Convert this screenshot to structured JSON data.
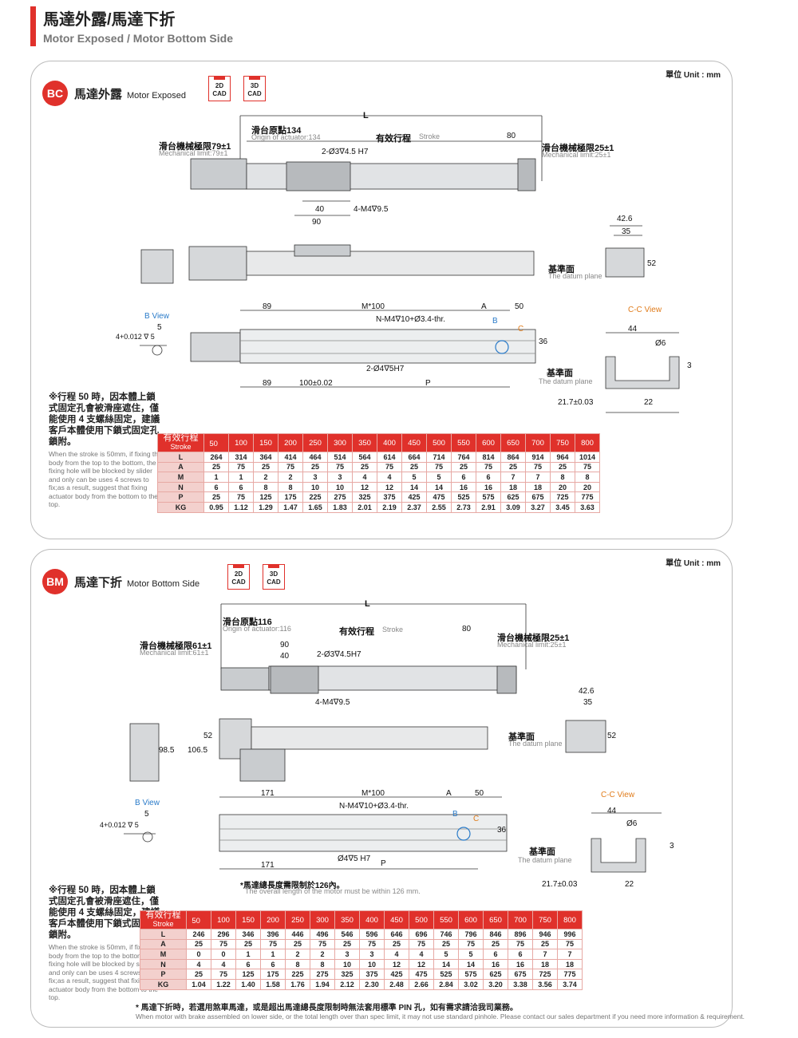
{
  "header": {
    "title_zh": "馬達外露/馬達下折",
    "title_en": "Motor Exposed / Motor Bottom Side"
  },
  "common": {
    "unit": "單位 Unit : mm",
    "cad2d": "2D",
    "cad3d": "3D",
    "cad": "CAD",
    "stroke_zh": "有效行程",
    "stroke_en": "Stroke",
    "star": "※",
    "datum_zh": "基準面",
    "datum_en": "The datum plane",
    "bview": "B View",
    "ccview": "C-C View",
    "mech_right_zh": "滑台機械極限25±1",
    "mech_right_en": "Mechanical limit:25±1",
    "tolerance": "4+0.012 ∇ 5",
    "note_zh": "※行程 50 時，因本體上鎖式固定孔會被滑座遮住，僅能使用 4 支螺絲固定，建議客戶本體使用下鎖式固定孔鎖附。",
    "note_en": "When the stroke is 50mm, if fixing the body from the top to the bottom, the fixing hole will be blocked by slider and only can be uses 4 screws to fix;as a result, suggest that fixing actuator body from the bottom to the top."
  },
  "bc": {
    "badge": "BC",
    "title_zh": "馬達外露",
    "title_en": "Motor Exposed",
    "origin_zh": "滑台原點134",
    "origin_en": "Origin of actuator:134",
    "mech_left_zh": "滑台機械極限79±1",
    "mech_left_en": "Mechanical limit:79±1",
    "dims": {
      "L": "L",
      "d80": "80",
      "hole1": "2-Ø3∇4.5 H7",
      "d40": "40",
      "d90": "90",
      "m4": "4-M4∇9.5",
      "d42_6": "42.6",
      "d35": "35",
      "d52": "52",
      "d89a": "89",
      "m100": "M*100",
      "A": "A",
      "d50": "50",
      "d5": "5",
      "nm4": "N-M4∇10+Ø3.4-thr.",
      "B": "B",
      "C": "C",
      "d44": "44",
      "d6": "Ø6",
      "d36": "36",
      "d3": "3",
      "hole2": "2-Ø4∇5H7",
      "d89b": "89",
      "d100": "100±0.02",
      "P": "P",
      "d21": "21.7±0.03",
      "d22": "22"
    },
    "table": {
      "strokes": [
        "50",
        "100",
        "150",
        "200",
        "250",
        "300",
        "350",
        "400",
        "450",
        "500",
        "550",
        "600",
        "650",
        "700",
        "750",
        "800"
      ],
      "rows": [
        {
          "k": "L",
          "v": [
            "264",
            "314",
            "364",
            "414",
            "464",
            "514",
            "564",
            "614",
            "664",
            "714",
            "764",
            "814",
            "864",
            "914",
            "964",
            "1014"
          ]
        },
        {
          "k": "A",
          "v": [
            "25",
            "75",
            "25",
            "75",
            "25",
            "75",
            "25",
            "75",
            "25",
            "75",
            "25",
            "75",
            "25",
            "75",
            "25",
            "75"
          ]
        },
        {
          "k": "M",
          "v": [
            "1",
            "1",
            "2",
            "2",
            "3",
            "3",
            "4",
            "4",
            "5",
            "5",
            "6",
            "6",
            "7",
            "7",
            "8",
            "8"
          ]
        },
        {
          "k": "N",
          "v": [
            "6",
            "6",
            "8",
            "8",
            "10",
            "10",
            "12",
            "12",
            "14",
            "14",
            "16",
            "16",
            "18",
            "18",
            "20",
            "20"
          ]
        },
        {
          "k": "P",
          "v": [
            "25",
            "75",
            "125",
            "175",
            "225",
            "275",
            "325",
            "375",
            "425",
            "475",
            "525",
            "575",
            "625",
            "675",
            "725",
            "775"
          ]
        },
        {
          "k": "KG",
          "v": [
            "0.95",
            "1.12",
            "1.29",
            "1.47",
            "1.65",
            "1.83",
            "2.01",
            "2.19",
            "2.37",
            "2.55",
            "2.73",
            "2.91",
            "3.09",
            "3.27",
            "3.45",
            "3.63"
          ]
        }
      ]
    }
  },
  "bm": {
    "badge": "BM",
    "title_zh": "馬達下折",
    "title_en": "Motor Bottom Side",
    "origin_zh": "滑台原點116",
    "origin_en": "Origin of actuator:116",
    "mech_left_zh": "滑台機械極限61±1",
    "mech_left_en": "Mechanical limit:61±1",
    "dims": {
      "L": "L",
      "d80": "80",
      "d90": "90",
      "d40": "40",
      "hole1": "2-Ø3∇4.5H7",
      "m4": "4-M4∇9.5",
      "d42_6": "42.6",
      "d35": "35",
      "d52": "52",
      "d98_5": "98.5",
      "d106_5": "106.5",
      "d52b": "52",
      "d171a": "171",
      "m100": "M*100",
      "A": "A",
      "d50": "50",
      "d5": "5",
      "nm4": "N-M4∇10+Ø3.4-thr.",
      "B": "B",
      "C": "C",
      "d44": "44",
      "d6": "Ø6",
      "d36": "36",
      "d3": "3",
      "hole2": "Ø4∇5 H7",
      "P": "P",
      "d171b": "171",
      "d21": "21.7±0.03",
      "d22": "22"
    },
    "motor_note_zh": "*馬達總長度需限制於126內。",
    "motor_note_en": "The overall length of the motor must be within 126 mm.",
    "table": {
      "strokes": [
        "50",
        "100",
        "150",
        "200",
        "250",
        "300",
        "350",
        "400",
        "450",
        "500",
        "550",
        "600",
        "650",
        "700",
        "750",
        "800"
      ],
      "rows": [
        {
          "k": "L",
          "v": [
            "246",
            "296",
            "346",
            "396",
            "446",
            "496",
            "546",
            "596",
            "646",
            "696",
            "746",
            "796",
            "846",
            "896",
            "946",
            "996"
          ]
        },
        {
          "k": "A",
          "v": [
            "25",
            "75",
            "25",
            "75",
            "25",
            "75",
            "25",
            "75",
            "25",
            "75",
            "25",
            "75",
            "25",
            "75",
            "25",
            "75"
          ]
        },
        {
          "k": "M",
          "v": [
            "0",
            "0",
            "1",
            "1",
            "2",
            "2",
            "3",
            "3",
            "4",
            "4",
            "5",
            "5",
            "6",
            "6",
            "7",
            "7"
          ]
        },
        {
          "k": "N",
          "v": [
            "4",
            "4",
            "6",
            "6",
            "8",
            "8",
            "10",
            "10",
            "12",
            "12",
            "14",
            "14",
            "16",
            "16",
            "18",
            "18"
          ]
        },
        {
          "k": "P",
          "v": [
            "25",
            "75",
            "125",
            "175",
            "225",
            "275",
            "325",
            "375",
            "425",
            "475",
            "525",
            "575",
            "625",
            "675",
            "725",
            "775"
          ]
        },
        {
          "k": "KG",
          "v": [
            "1.04",
            "1.22",
            "1.40",
            "1.58",
            "1.76",
            "1.94",
            "2.12",
            "2.30",
            "2.48",
            "2.66",
            "2.84",
            "3.02",
            "3.20",
            "3.38",
            "3.56",
            "3.74"
          ]
        }
      ]
    }
  },
  "footer": {
    "zh": "* 馬達下折時，若選用煞車馬達，或是超出馬達總長度限制時無法套用標準 PIN 孔，如有需求請洽我司業務。",
    "en": "When motor with brake assembled on lower side, or the total length over than spec limit, it may not use standard pinhole. Please contact our sales department if you need more information & requirement."
  }
}
